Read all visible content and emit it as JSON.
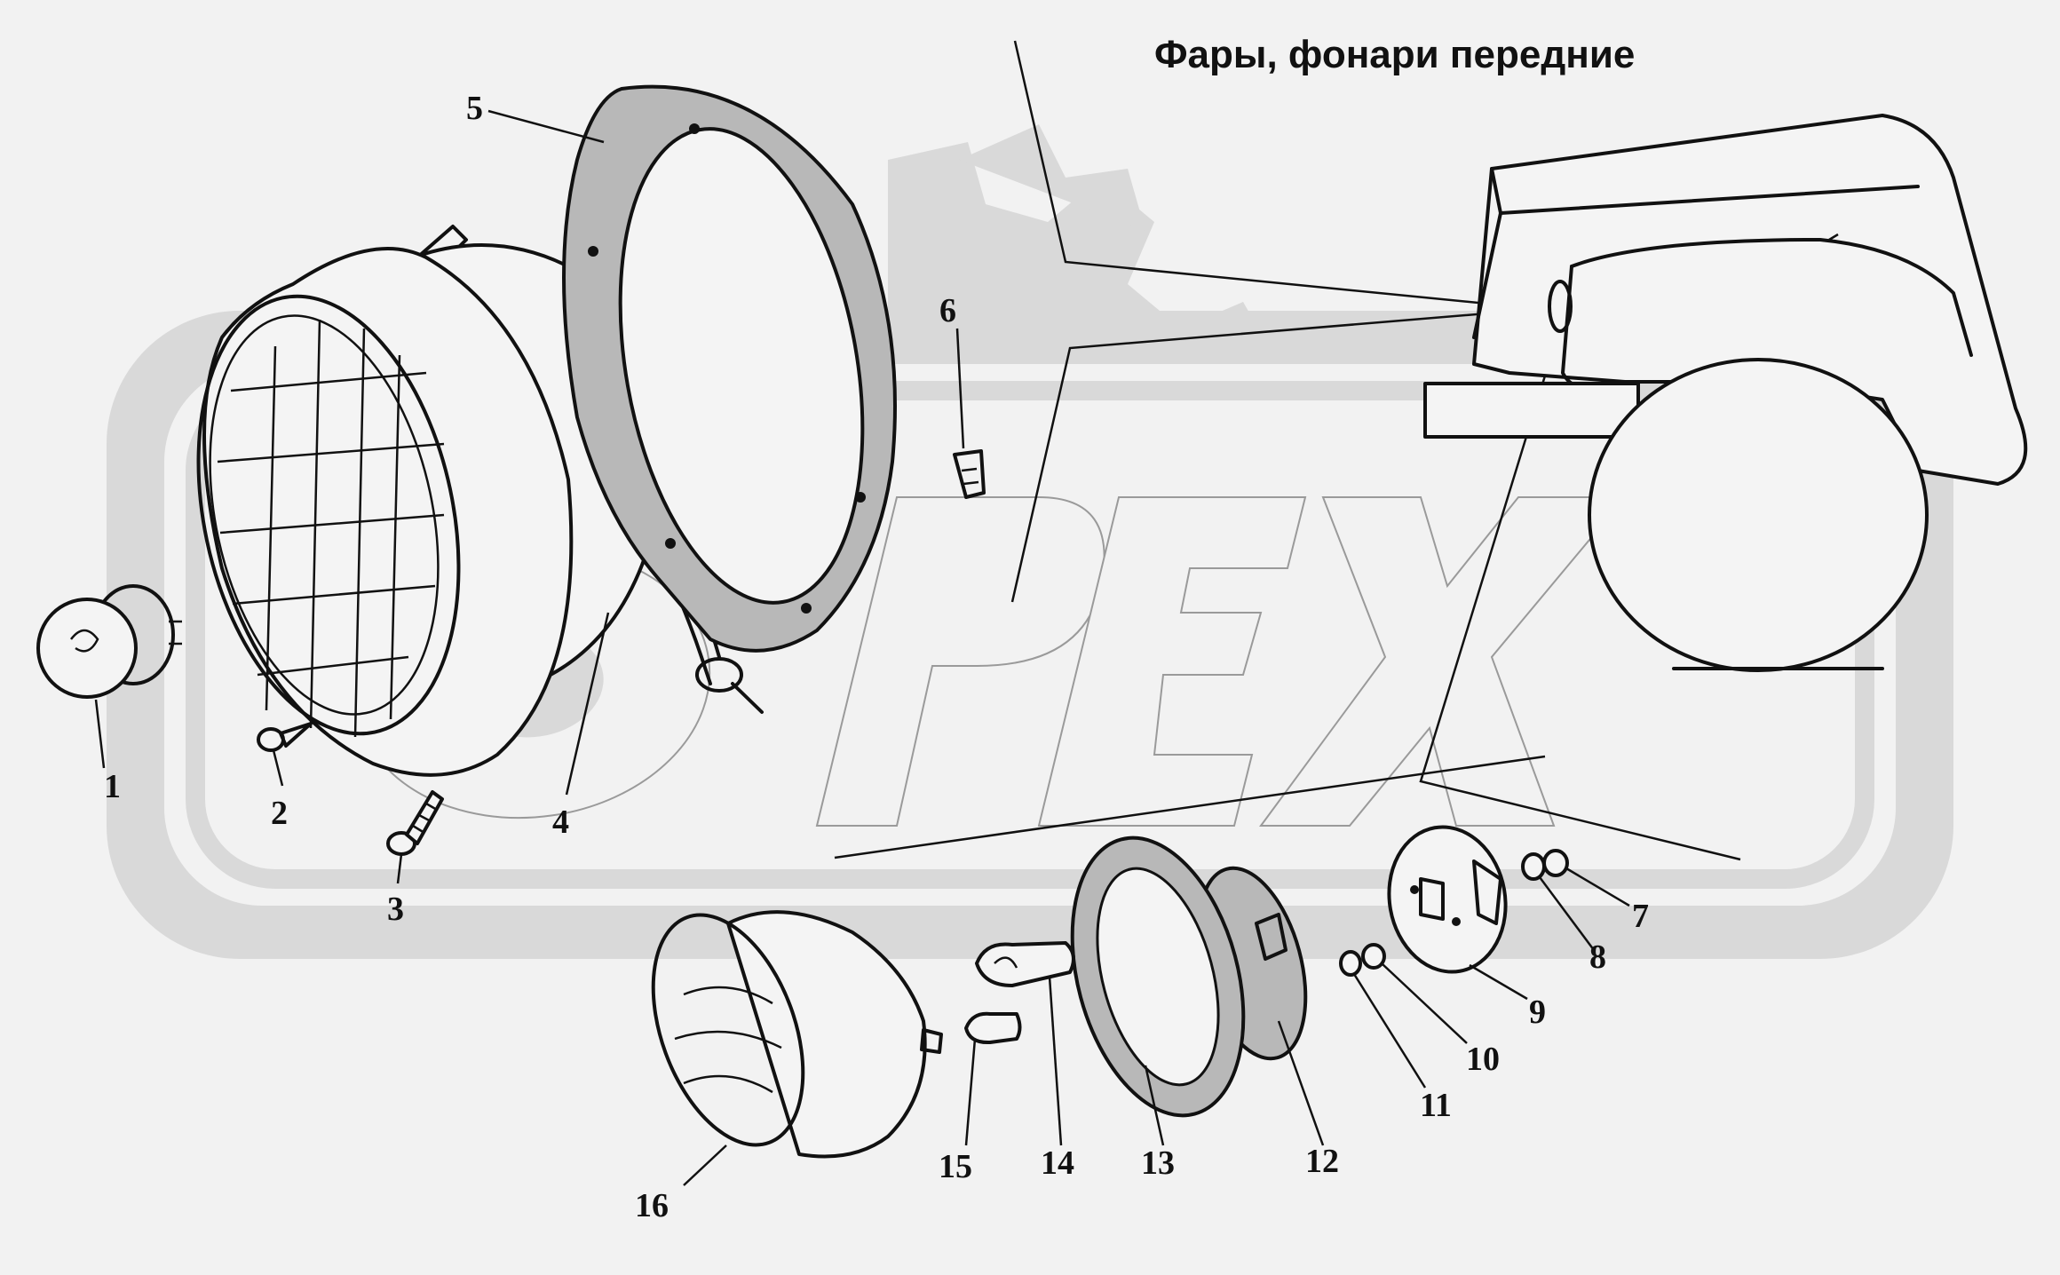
{
  "title": "Фары, фонари передние",
  "watermark": "ОРЕХ",
  "callouts": [
    "1",
    "2",
    "3",
    "4",
    "5",
    "6",
    "7",
    "8",
    "9",
    "10",
    "11",
    "12",
    "13",
    "14",
    "15",
    "16"
  ],
  "colors": {
    "background": "#f2f2f2",
    "watermark": "#d9d9d9",
    "ink": "#111111"
  }
}
